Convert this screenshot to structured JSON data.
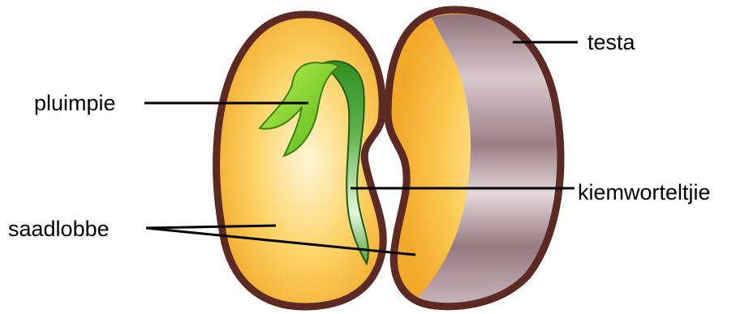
{
  "labels": {
    "testa": "testa",
    "plumule": "pluimpie",
    "radicle": "kiemworteltjie",
    "cotyledon": "saadlobbe"
  },
  "colors": {
    "testa_outline": "#5c2a22",
    "cotyledon_yellow": "#f7b52a",
    "cotyledon_light": "#fff6d6",
    "testa_mauve": "#9a7f86",
    "testa_light": "#efe6ea",
    "plumule_green": "#7fd321",
    "radicle_green": "#2f8f22",
    "radicle_light": "#e4f7dc",
    "leader_line": "#000000"
  }
}
